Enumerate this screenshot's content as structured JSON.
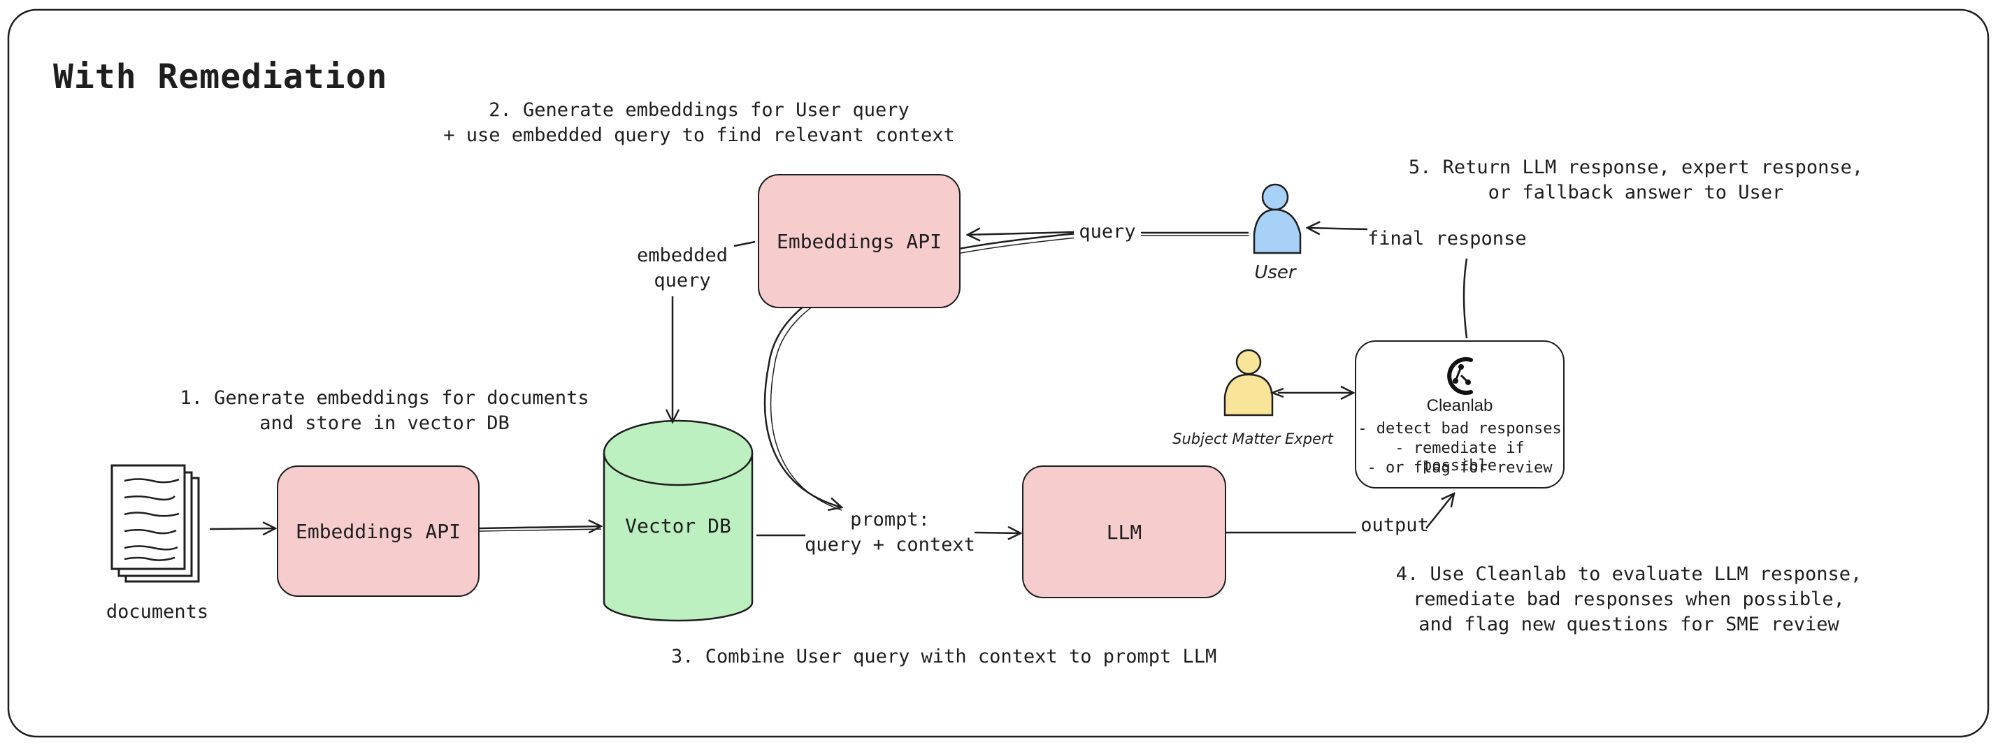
{
  "title": "With Remediation",
  "steps": {
    "step1": [
      "1. Generate embeddings for documents",
      "and store in vector DB"
    ],
    "step2": [
      "2. Generate embeddings for User query",
      "+ use embedded query to find relevant context"
    ],
    "step3": "3. Combine User query with context to prompt LLM",
    "step4": [
      "4. Use Cleanlab to evaluate LLM response,",
      "remediate bad responses when possible,",
      "and flag new questions for SME review"
    ],
    "step5": [
      "5. Return LLM response, expert response,",
      "or fallback answer to User"
    ]
  },
  "nodes": {
    "documents": "documents",
    "embeddings_api_docs": "Embeddings API",
    "vector_db": "Vector DB",
    "embeddings_api_query": "Embeddings API",
    "llm": "LLM",
    "user": "User",
    "sme": "Subject Matter Expert",
    "cleanlab_name": "Cleanlab",
    "cleanlab_lines": [
      "- detect bad responses",
      "- remediate if possible",
      "- or flag for review"
    ]
  },
  "edge_labels": {
    "query": "query",
    "embedded_query": [
      "embedded",
      "query"
    ],
    "prompt": [
      "prompt:",
      "query + context"
    ],
    "output": "output",
    "final_response": "final response"
  },
  "colors": {
    "pink_fill": "#f7cccc",
    "green_fill": "#bdf0c0",
    "user_fill": "#a8d1f7",
    "sme_fill": "#f9e59a",
    "stroke": "#1e1e1e"
  }
}
